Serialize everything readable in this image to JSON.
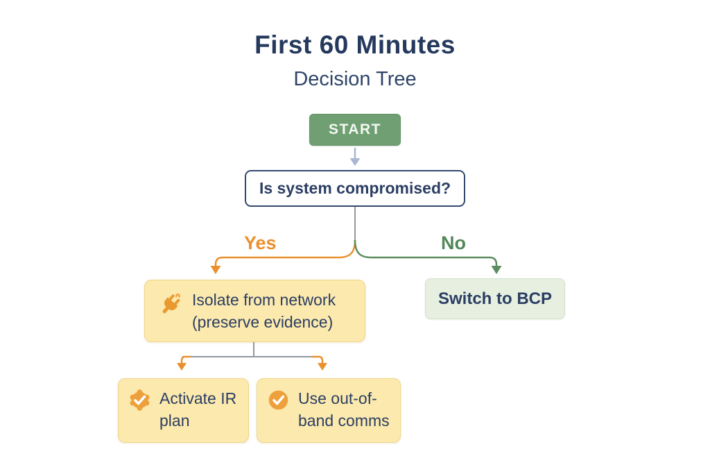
{
  "title": "First 60 Minutes",
  "subtitle": "Decision Tree",
  "nodes": {
    "start": {
      "label": "START",
      "type": "start"
    },
    "question": {
      "label": "Is system compromised?",
      "type": "decision"
    },
    "isolate": {
      "label": "Isolate from network (preserve evidence)",
      "icon": "plug-icon",
      "type": "action"
    },
    "switch_bcp": {
      "label": "Switch to BCP",
      "type": "action"
    },
    "activate_ir": {
      "label": "Activate IR plan",
      "icon": "badge-check-icon",
      "type": "action"
    },
    "oob_comms": {
      "label": "Use out-of-band comms",
      "icon": "circle-check-icon",
      "type": "action"
    }
  },
  "branches": {
    "yes": {
      "label": "Yes"
    },
    "no": {
      "label": "No"
    }
  },
  "edges": [
    {
      "from": "start",
      "to": "question"
    },
    {
      "from": "question",
      "to": "isolate",
      "label": "Yes"
    },
    {
      "from": "question",
      "to": "switch_bcp",
      "label": "No"
    },
    {
      "from": "isolate",
      "to": "activate_ir"
    },
    {
      "from": "isolate",
      "to": "oob_comms"
    }
  ],
  "colors": {
    "title_navy": "#25395d",
    "text_navy": "#2b3e63",
    "start_green": "#6f9f72",
    "branch_green": "#54875a",
    "bcp_green_bg": "#e6efe0",
    "orange": "#e8912d",
    "yellow_bg": "#fce9ad",
    "yellow_border": "#f0d58c",
    "connector_gray": "#90979e",
    "start_arrow_blue": "#a9b5d3"
  }
}
